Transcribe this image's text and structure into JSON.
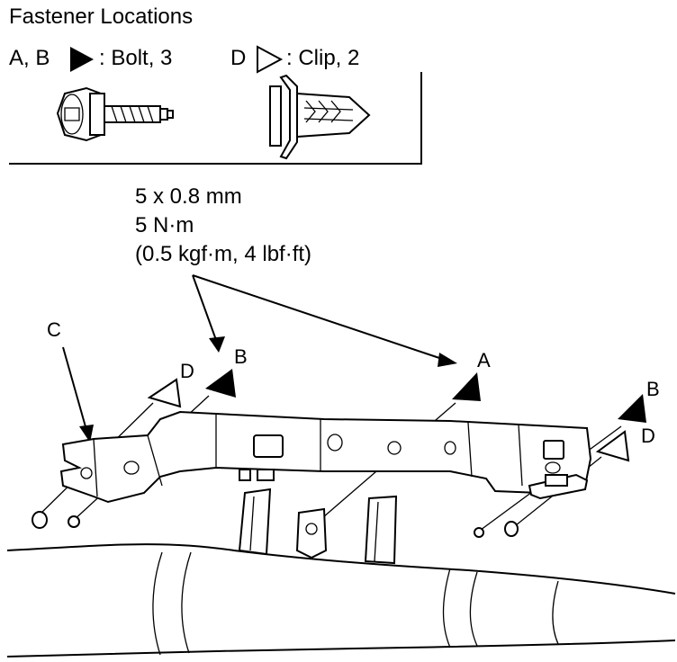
{
  "title": "Fastener Locations",
  "legend": {
    "bolt_letters": "A, B",
    "bolt_text": ": Bolt, 3",
    "clip_letter": "D",
    "clip_text": ": Clip, 2"
  },
  "spec": {
    "line1": "5 x 0.8 mm",
    "line2": "5 N·m",
    "line3": "(0.5 kgf·m, 4 lbf·ft)"
  },
  "callouts": {
    "c": "C",
    "d_left": "D",
    "b_left": "B",
    "a": "A",
    "b_right": "B",
    "d_right": "D"
  },
  "icons": {
    "bolt": "filled-triangle-bolt-icon",
    "clip": "outline-triangle-clip-icon"
  }
}
